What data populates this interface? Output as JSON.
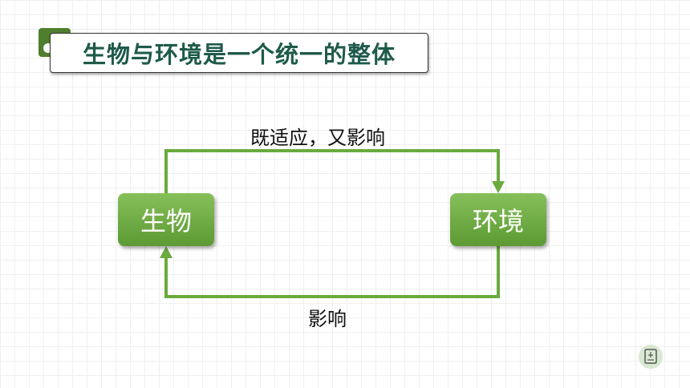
{
  "title": "生物与环境是一个统一的整体",
  "nodes": {
    "organism": "生物",
    "environment": "环境"
  },
  "edges": {
    "top_label": "既适应，又影响",
    "bottom_label": "影响"
  },
  "colors": {
    "accent": "#4f7f2e",
    "node_fill": "#6aaa3e",
    "arrow": "#6aaa3e",
    "title_text": "#1e5a4a"
  },
  "icons": {
    "corner": "book-icon"
  }
}
